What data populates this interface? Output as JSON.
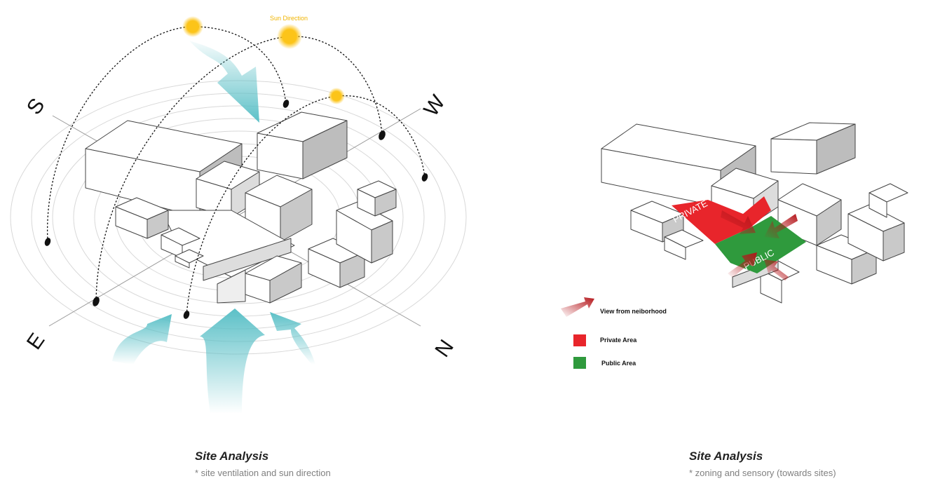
{
  "left": {
    "sun_label": "Sun Direction",
    "compass": {
      "s": "S",
      "w": "W",
      "e": "E",
      "n": "N"
    },
    "caption_title": "Site Analysis",
    "caption_sub": "* site ventilation and sun direction"
  },
  "right": {
    "zone_private": "PRIVATE",
    "zone_public": "PUBLIC",
    "legend": {
      "view": "View from neiborhood",
      "private": "Private Area",
      "public": "Public Area"
    },
    "caption_title": "Site Analysis",
    "caption_sub": "* zoning and sensory (towards sites)"
  },
  "colors": {
    "sun": "#fcc419",
    "wind": "#5bc0c7",
    "private": "#e8252b",
    "public": "#2f9a3d",
    "view_arrow": "#b5161b"
  }
}
